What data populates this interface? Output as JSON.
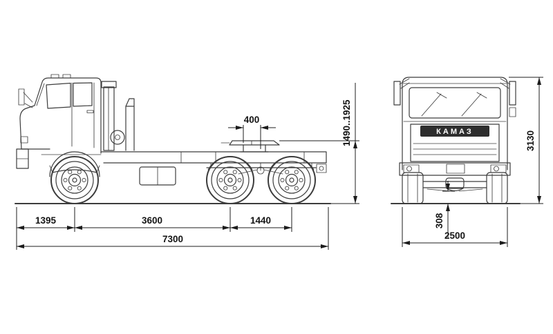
{
  "side_view": {
    "fifth_wheel_offset": "400",
    "fifth_wheel_height_range": "1490..1925",
    "front_overhang": "1395",
    "wheelbase": "3600",
    "bogie_spread": "1440",
    "overall_length": "7300"
  },
  "front_view": {
    "overall_height": "3130",
    "ground_clearance": "308",
    "overall_width": "2500",
    "grille_badge": "КАМАЗ"
  },
  "colors": {
    "line": "#3c3c3c",
    "dim": "#1c1c1c",
    "background": "#ffffff",
    "badge_bg": "#2e2e2e",
    "badge_text": "#ffffff"
  }
}
